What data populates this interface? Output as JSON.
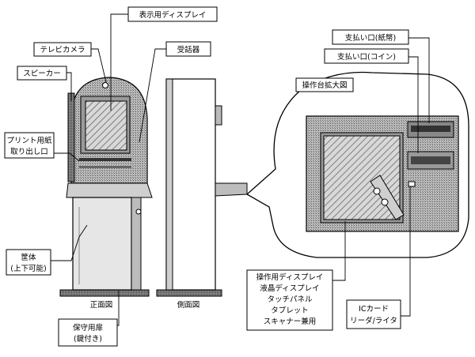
{
  "labels": {
    "display": "表示用ディスプレイ",
    "camera": "テレビカメラ",
    "receiver": "受話器",
    "speaker": "スピーカー",
    "print_outlet": [
      "プリント用紙",
      "取り出し口"
    ],
    "housing": [
      "筐体",
      "(上下可能)"
    ],
    "front_view": "正面図",
    "side_view": "側面図",
    "lock_door": [
      "保守用扉",
      "(鍵付き)"
    ],
    "bill_outlet": "支払い口(紙幣)",
    "coin_outlet": "支払い口(コイン)",
    "panel_zoom": "操作台拡大図",
    "op_display": [
      "操作用ディスプレイ",
      "液晶ディスプレイ",
      "タッチパネル",
      "タブレット",
      "スキャナー兼用"
    ],
    "ic_card": [
      "ICカード",
      "リーダ/ライタ"
    ]
  }
}
